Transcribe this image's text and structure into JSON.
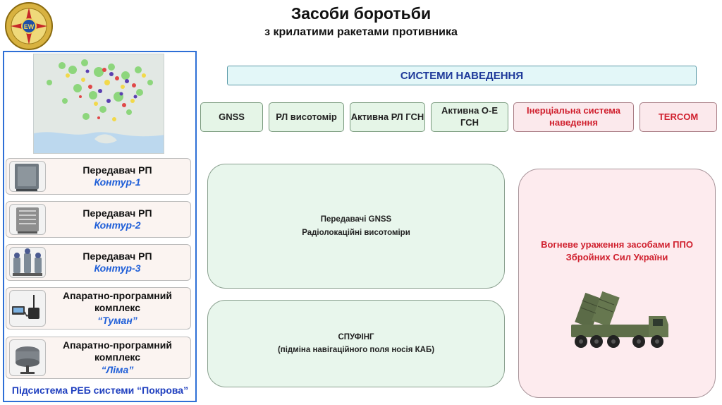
{
  "header": {
    "title": "Засоби боротьби",
    "subtitle": "з крилатими ракетами противника"
  },
  "left_panel": {
    "devices": [
      {
        "name": "Передавач РП",
        "model": "Контур-1"
      },
      {
        "name": "Передавач РП",
        "model": "Контур-2"
      },
      {
        "name": "Передавач РП",
        "model": "Контур-3"
      },
      {
        "name": "Апаратно-програмний комплекс",
        "model": "“Туман”"
      },
      {
        "name": "Апаратно-програмний комплекс",
        "model": "“Ліма”"
      }
    ],
    "footer": "Підсистема РЕБ системи “Покрова”"
  },
  "guidance": {
    "title": "СИСТЕМИ НАВЕДЕННЯ",
    "items": [
      {
        "label": "GNSS"
      },
      {
        "label": "РЛ висотомір"
      },
      {
        "label": "Активна РЛ ГСН"
      },
      {
        "label": "Активна О-Е ГСН"
      },
      {
        "label": "Інерціальна система наведення"
      },
      {
        "label": "TERCOM"
      }
    ]
  },
  "countermeasures": {
    "box1": {
      "line1": "Передавачі GNSS",
      "line2": "Радіолокаційні висотоміри"
    },
    "box2": {
      "line1": "СПУФІНГ",
      "line2": "(підміна навігаційного поля носія КАБ)"
    },
    "air_defense": {
      "line1": "Вогневе ураження засобами ППО",
      "line2": "Збройних Сил  України"
    }
  },
  "colors": {
    "accent_blue": "#1f3a9a",
    "panel_border": "#2e6fd6",
    "red_text": "#d0202e",
    "green_fill": "#e5f5e7",
    "pink_fill": "#fdebee"
  }
}
